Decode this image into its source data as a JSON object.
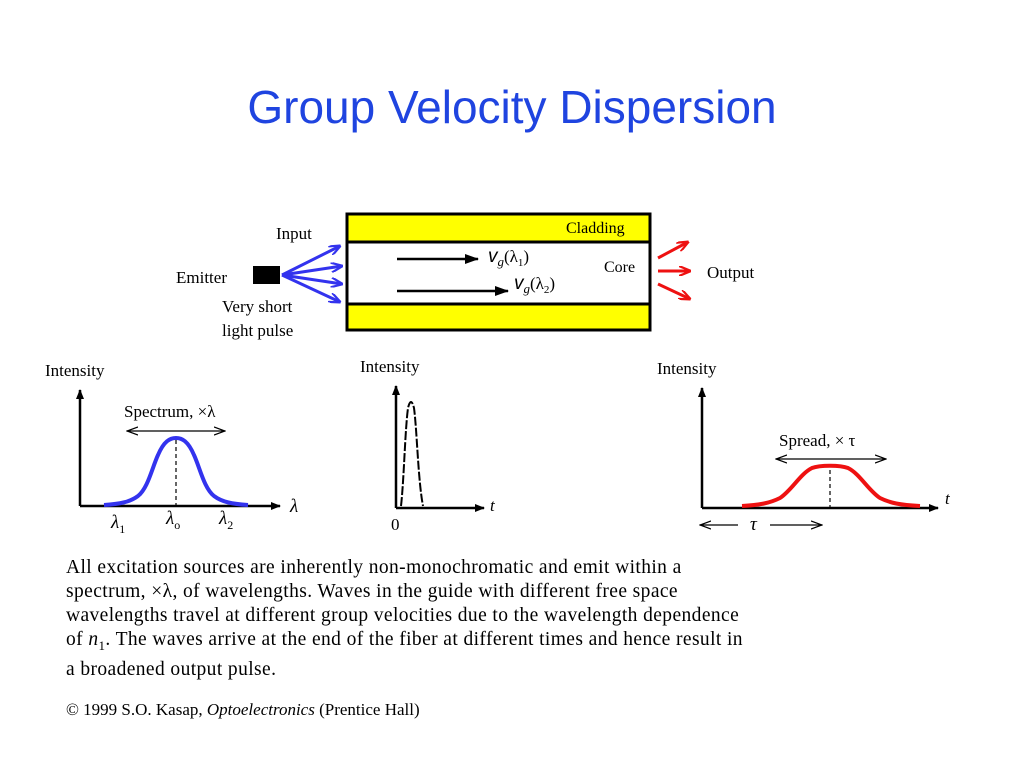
{
  "title": "Group Velocity Dispersion",
  "colors": {
    "title": "#1f44e0",
    "cladding": "#ffff00",
    "blue_pulse": "#3333ee",
    "red_pulse": "#ee1111"
  },
  "fiber": {
    "input_label": "Input",
    "emitter_label": "Emitter",
    "pulse_label_line1": "Very short",
    "pulse_label_line2": "light pulse",
    "cladding_label": "Cladding",
    "core_label": "Core",
    "output_label": "Output",
    "ray1_v": "v",
    "ray1_g": "g",
    "ray1_lambda": "(λ",
    "ray1_sub": "1",
    "ray1_close": ")",
    "ray2_v": "v",
    "ray2_g": "g",
    "ray2_lambda": "(λ",
    "ray2_sub": "2",
    "ray2_close": ")"
  },
  "spectrum_plot": {
    "ylabel": "Intensity",
    "annotation": "Spectrum, ×λ",
    "xlabel": "λ",
    "tick_lambda1": "λ",
    "tick_lambda1_sub": "1",
    "tick_lambda0": "λ",
    "tick_lambda0_sub": "o",
    "tick_lambda2": "λ",
    "tick_lambda2_sub": "2"
  },
  "input_pulse_plot": {
    "ylabel": "Intensity",
    "xlabel": "t",
    "origin": "0"
  },
  "output_pulse_plot": {
    "ylabel": "Intensity",
    "annotation": "Spread, × τ",
    "xlabel": "t",
    "tau": "τ"
  },
  "paragraph": {
    "line1": "All excitation sources are inherently non-monochromatic and emit within a",
    "line2": "spectrum, ×λ, of wavelengths.  Waves in the guide with different free space",
    "line3": "wavelengths travel at different group velocities due to the wavelength dependence",
    "line4_pre": "of ",
    "line4_n": "n",
    "line4_sub": "1",
    "line4_post": ". The waves arrive at  the end of the fiber at different times and hence result in",
    "line5": "a broadened output pulse."
  },
  "credit": {
    "prefix": "© 1999 S.O. Kasap, ",
    "book": "Optoelectronics",
    "suffix": " (Prentice Hall)"
  }
}
